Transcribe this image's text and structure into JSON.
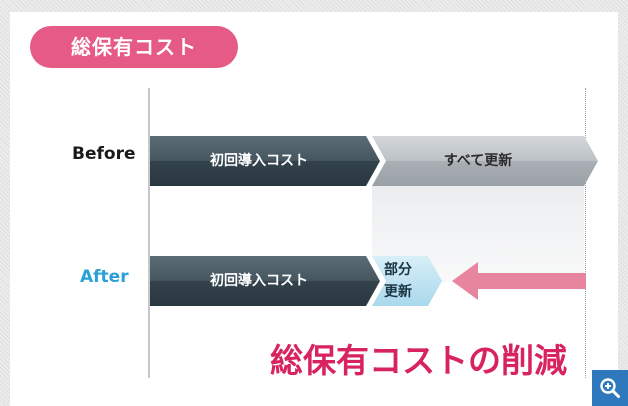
{
  "title_badge": {
    "text": "総保有コスト"
  },
  "before": {
    "label": "Before",
    "initial_cost_label": "初回導入コスト",
    "full_update_label": "すべて更新"
  },
  "after": {
    "label": "After",
    "initial_cost_label": "初回導入コスト",
    "partial_update_line1": "部分",
    "partial_update_line2": "更新"
  },
  "reduction_text": "総保有コストの削減",
  "colors": {
    "pill": "#e65a86",
    "dark_bar": "#3d4f59",
    "gray_bar": "#b3b8bd",
    "light_blue": "#bfe3f2",
    "pink_arrow": "#e7859f",
    "after_label": "#2aa0d8",
    "reduction_text": "#d8245e",
    "zoom_button": "#2e79bd"
  },
  "icons": {
    "zoom": "zoom-in-icon"
  }
}
